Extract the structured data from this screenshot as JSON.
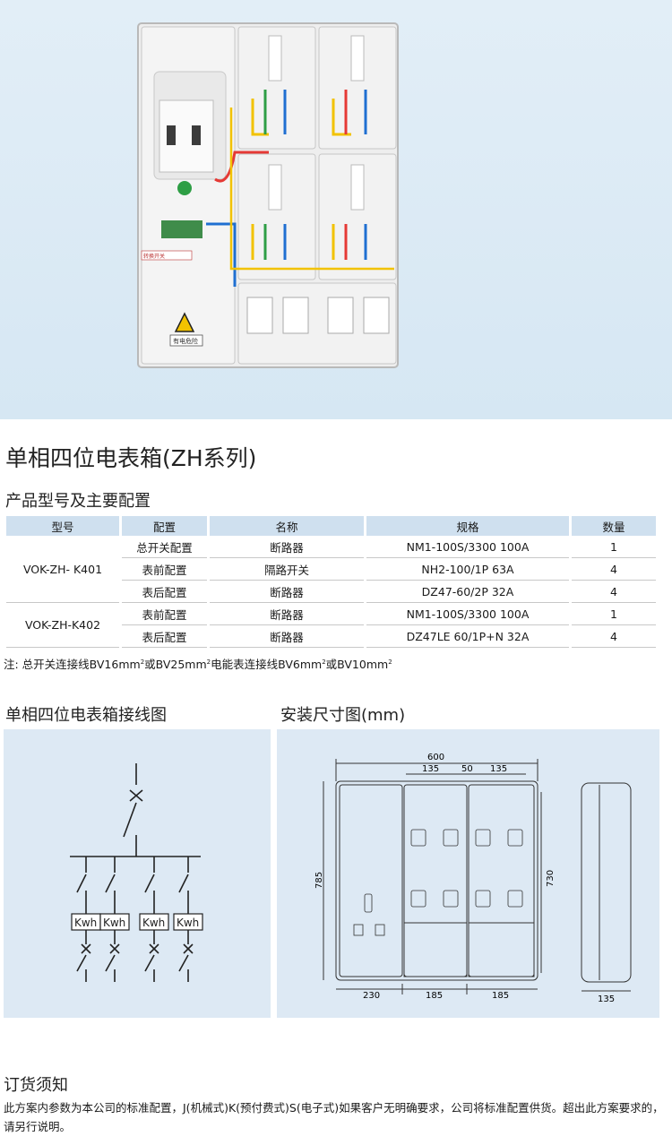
{
  "product_photo": {
    "label": "转换开关",
    "sign": "有电危险",
    "colors": {
      "background": "#dbe9f4",
      "red": "#e53935",
      "yellow": "#f2c200",
      "green": "#2e9e45",
      "blue": "#1f6fd1"
    }
  },
  "title": "单相四位电表箱(ZH系列)",
  "config_section": {
    "heading": "产品型号及主要配置",
    "headers": [
      "型号",
      "配置",
      "名称",
      "规格",
      "数量"
    ],
    "groups": [
      {
        "model": "VOK-ZH- K401",
        "rows": [
          [
            "总开关配置",
            "断路器",
            "NM1-100S/3300 100A",
            "1"
          ],
          [
            "表前配置",
            "隔路开关",
            "NH2-100/1P 63A",
            "4"
          ],
          [
            "表后配置",
            "断路器",
            "DZ47-60/2P  32A",
            "4"
          ]
        ]
      },
      {
        "model": "VOK-ZH-K402",
        "rows": [
          [
            "表前配置",
            "断路器",
            "NM1-100S/3300 100A",
            "1"
          ],
          [
            "表后配置",
            "断路器",
            "DZ47LE 60/1P+N 32A",
            "4"
          ]
        ]
      }
    ],
    "note": {
      "prefix": "注: 总开关连接线BV16mm",
      "p1": "或BV25mm",
      "p2": "电能表连接线BV6mm",
      "p3": "或BV10mm",
      "sup": "2"
    }
  },
  "wiring": {
    "heading": "单相四位电表箱接线图",
    "meter_label": "Kwh"
  },
  "dimensions": {
    "heading": "安装尺寸图(mm)",
    "total_width": "600",
    "top_a": "135",
    "top_gap": "50",
    "top_b": "135",
    "height_left": "785",
    "height_right": "730",
    "bottom_a": "230",
    "bottom_b": "185",
    "bottom_c": "185",
    "depth": "135"
  },
  "ordering": {
    "heading": "订货须知",
    "text": "此方案内参数为本公司的标准配置，J(机械式)K(预付费式)S(电子式)如果客户无明确要求，公司将标准配置供货。超出此方案要求的，请另行说明。"
  }
}
